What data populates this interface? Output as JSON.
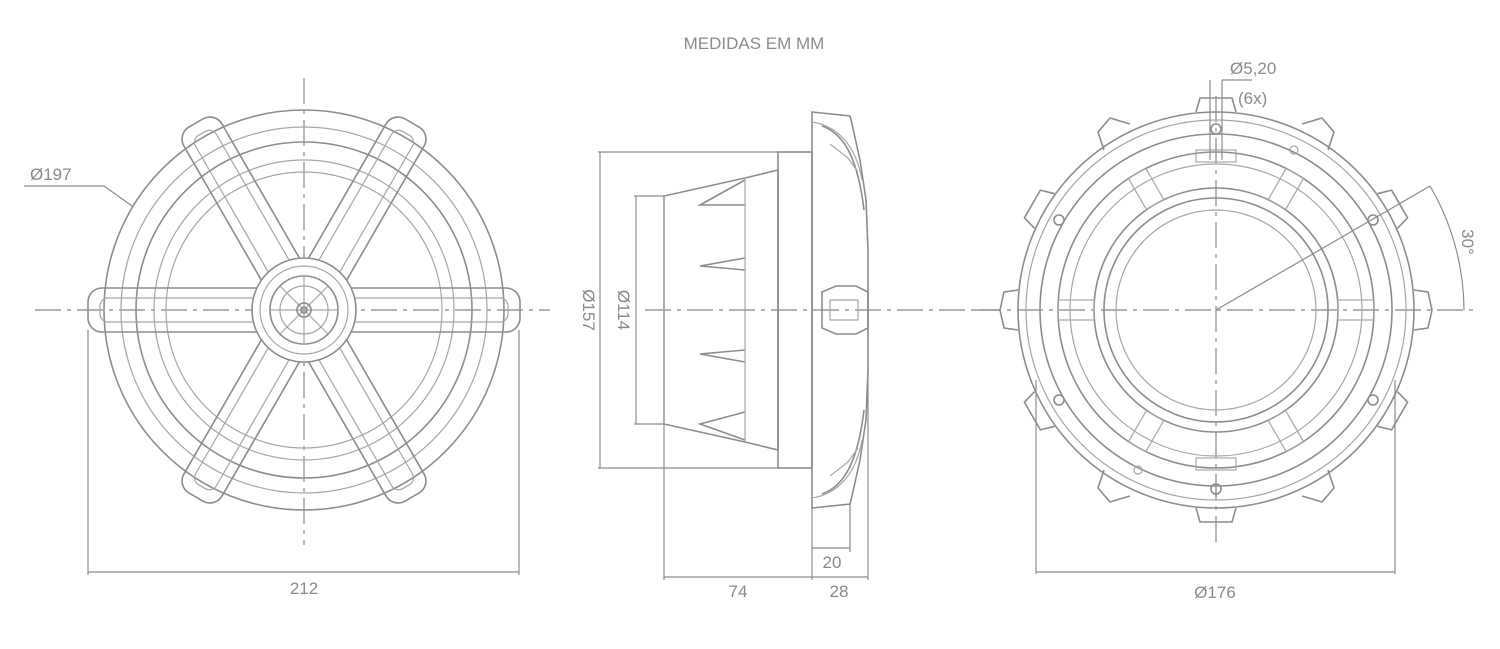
{
  "title": "MEDIDAS EM MM",
  "front_view": {
    "diameter_label": "Ø197",
    "width_label": "212"
  },
  "side_view": {
    "outer_diameter_label": "Ø157",
    "inner_diameter_label": "Ø114",
    "depth_label": "74",
    "flange_label": "20",
    "flange_total_label": "28"
  },
  "rear_view": {
    "hole_label": "Ø5,20",
    "hole_count_label": "(6x)",
    "angle_label": "30°",
    "cutout_label": "Ø176"
  },
  "colors": {
    "line": "#8c8c8c",
    "text": "#8a8a8a",
    "background": "#ffffff"
  }
}
